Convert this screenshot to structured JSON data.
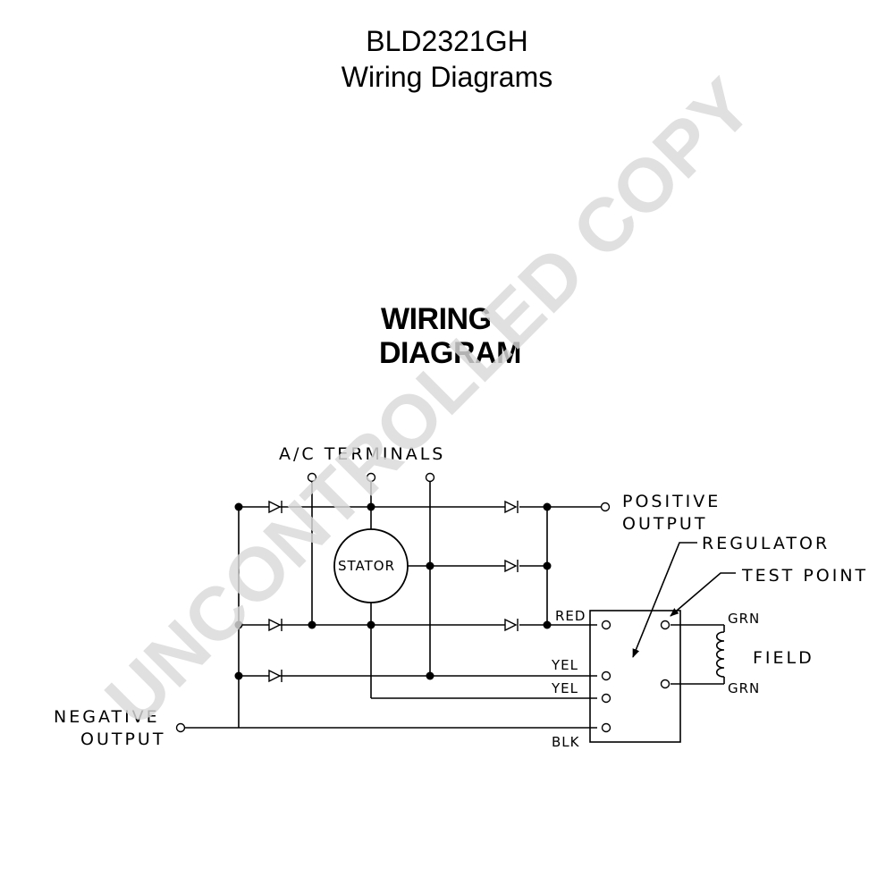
{
  "header": {
    "part_number": "BLD2321GH",
    "subtitle": "Wiring Diagrams"
  },
  "diagram": {
    "heading_line1": "WIRING",
    "heading_line2": "DIAGRAM",
    "labels": {
      "ac_terminals": "A/C TERMINALS",
      "stator": "STATOR",
      "positive_output_1": "POSITIVE",
      "positive_output_2": "OUTPUT",
      "regulator": "REGULATOR",
      "test_point": "TEST POINT",
      "field": "FIELD",
      "negative_output_1": "NEGATIVE",
      "negative_output_2": "OUTPUT",
      "red": "RED",
      "yel_1": "YEL",
      "yel_2": "YEL",
      "blk": "BLK",
      "grn_1": "GRN",
      "grn_2": "GRN"
    }
  },
  "watermark": {
    "text": "UNCONTROLLED COPY",
    "color": "#d9d9d9"
  }
}
